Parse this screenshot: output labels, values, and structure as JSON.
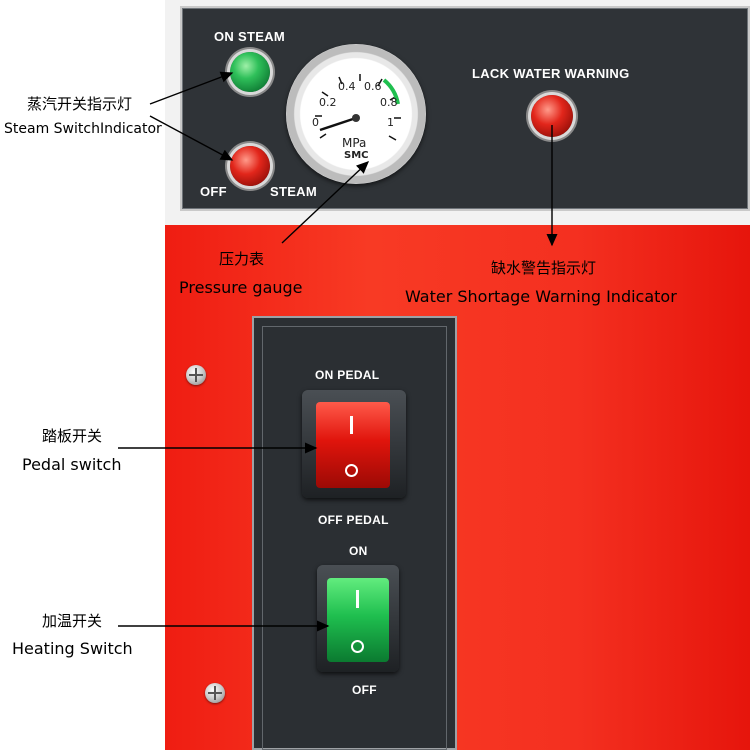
{
  "top_panel": {
    "on_steam_label": "ON STEAM",
    "off_label": "OFF",
    "steam_label": "STEAM",
    "lack_water_label": "LACK WATER WARNING"
  },
  "gauge": {
    "unit": "MPa",
    "brand": "SMC",
    "tick_labels": [
      "0",
      "0.2",
      "0.4",
      "0.6",
      "0.8",
      "1"
    ]
  },
  "lower_panel": {
    "on_pedal_label": "ON  PEDAL",
    "off_pedal_label": "OFF  PEDAL",
    "heating_on_label": "ON",
    "heating_off_label": "OFF"
  },
  "callouts": {
    "steam_indicator_zh": "蒸汽开关指示灯",
    "steam_indicator_en": "Steam SwitchIndicator",
    "pressure_gauge_zh": "压力表",
    "pressure_gauge_en": "Pressure gauge",
    "water_warning_zh": "缺水警告指示灯",
    "water_warning_en": "Water Shortage Warning Indicator",
    "pedal_switch_zh": "踏板开关",
    "pedal_switch_en": "Pedal switch",
    "heating_switch_zh": "加温开关",
    "heating_switch_en": "Heating Switch"
  },
  "colors": {
    "body_red": "#f43020",
    "panel_dark": "#2f3337",
    "lamp_green": "#2fc05a",
    "lamp_red": "#e2261b"
  }
}
